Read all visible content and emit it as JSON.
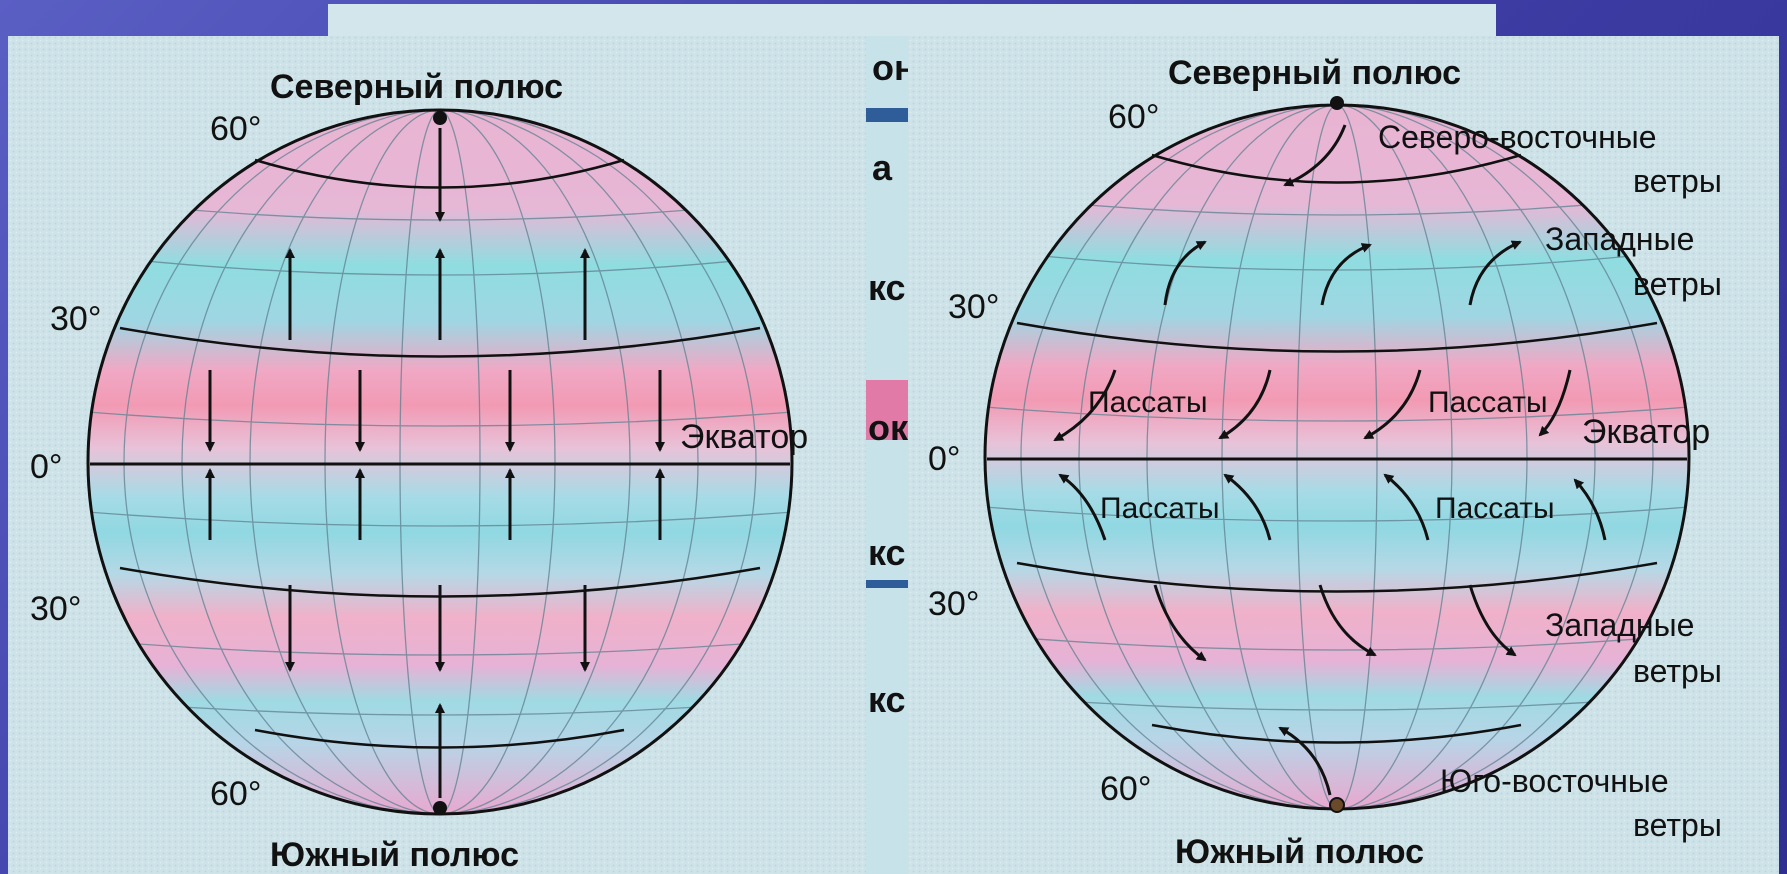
{
  "left_globe": {
    "north_pole": "Северный полюс",
    "south_pole": "Южный полюс",
    "lat_60_n": "60°",
    "lat_30_n": "30°",
    "lat_0": "0°",
    "lat_30_s": "30°",
    "lat_60_s": "60°",
    "equator": "Экватор"
  },
  "right_globe": {
    "north_pole": "Северный полюс",
    "south_pole": "Южный полюс",
    "lat_60_n": "60°",
    "lat_30_n": "30°",
    "lat_0": "0°",
    "lat_30_s": "30°",
    "lat_60_s": "60°",
    "equator": "Экватор",
    "ne_winds_line1": "Северо-восточные",
    "ne_winds_line2": "ветры",
    "west_n_line1": "Западные",
    "west_n_line2": "ветры",
    "west_s_line1": "Западные",
    "west_s_line2": "ветры",
    "se_winds_line1": "Юго-восточные",
    "se_winds_line2": "ветры",
    "trades_nw": "Пассаты",
    "trades_ne": "Пассаты",
    "trades_sw": "Пассаты",
    "trades_se": "Пассаты"
  },
  "middle_strip_fragments": [
    "он",
    "а",
    "кс",
    "ок",
    "кс",
    "кс"
  ]
}
